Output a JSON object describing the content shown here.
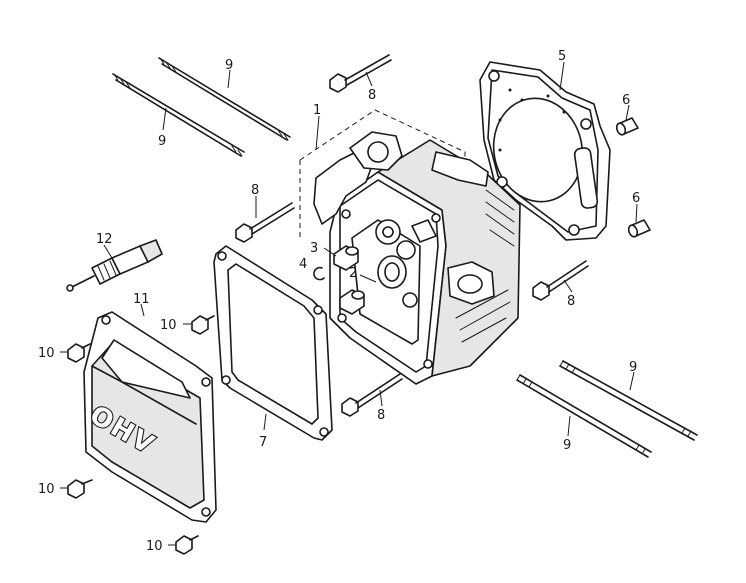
{
  "callouts": {
    "c1": "1",
    "c2": "2",
    "c3": "3",
    "c4": "4",
    "c5": "5",
    "c6a": "6",
    "c6b": "6",
    "c7": "7",
    "c8a": "8",
    "c8b": "8",
    "c8c": "8",
    "c8d": "8",
    "c9a": "9",
    "c9b": "9",
    "c9c": "9",
    "c9d": "9",
    "c10a": "10",
    "c10b": "10",
    "c10c": "10",
    "c10d": "10",
    "c11": "11",
    "c12": "12"
  },
  "cover_emboss": "OHV"
}
